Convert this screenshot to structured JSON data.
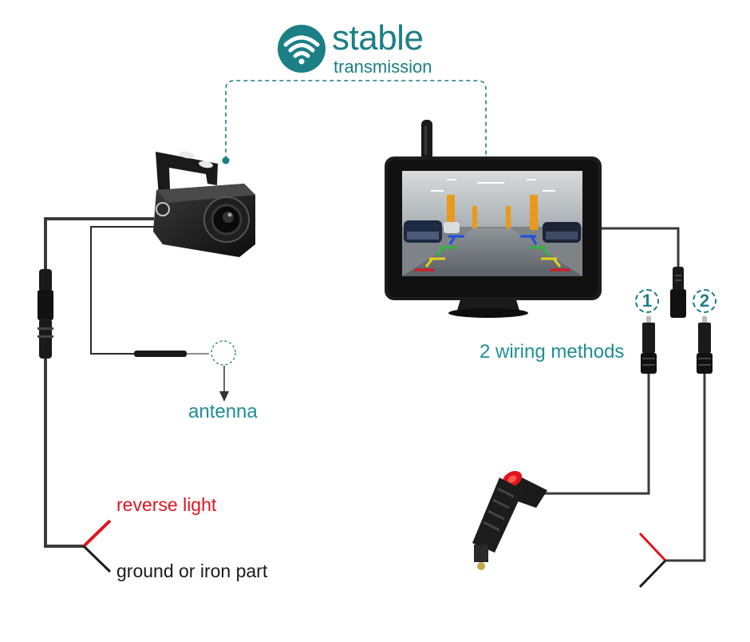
{
  "title": {
    "main": "stable",
    "sub": "transmission",
    "icon": "wifi-icon"
  },
  "labels": {
    "wiring_methods": "2 wiring methods",
    "antenna": "antenna",
    "reverse_light": "reverse light",
    "ground": "ground or iron part"
  },
  "methods": [
    "1",
    "2"
  ],
  "colors": {
    "accent": "#1c7f86",
    "wire": "#3a3a3a",
    "red_wire": "#e0141e",
    "screen_orange": "#e89a1c",
    "parking_lines": [
      "#e0141e",
      "#e8d21a",
      "#2fb53a",
      "#1f4fe0"
    ]
  }
}
